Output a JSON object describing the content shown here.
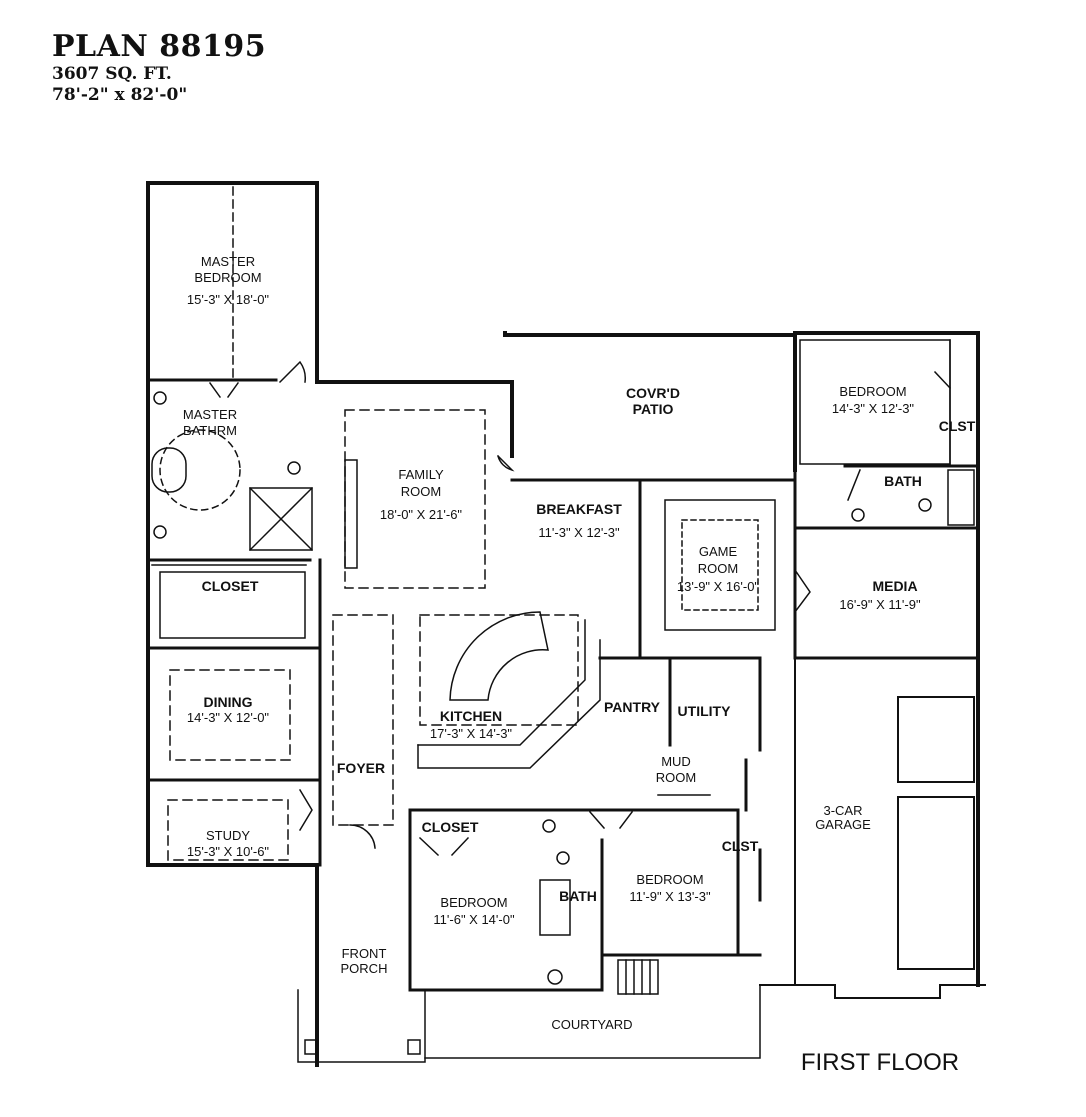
{
  "header": {
    "plan_title": "PLAN 88195",
    "square_feet": "3607 SQ. FT.",
    "dimensions": "78'-2\" x 82'-0\""
  },
  "floor_label": "FIRST FLOOR",
  "rooms": {
    "master_bedroom": {
      "name1": "MASTER",
      "name2": "BEDROOM",
      "size": "15'-3\" X 18'-0\""
    },
    "master_bath": {
      "name1": "MASTER",
      "name2": "BATHRM"
    },
    "master_closet": {
      "name": "CLOSET"
    },
    "family_room": {
      "name1": "FAMILY",
      "name2": "ROOM",
      "size": "18'-0\" X 21'-6\""
    },
    "covered_patio": {
      "name1": "COVR'D",
      "name2": "PATIO"
    },
    "bedroom_ne": {
      "name": "BEDROOM",
      "size": "14'-3\" X 12'-3\"",
      "closet": "CLST"
    },
    "bath_ne": {
      "name": "BATH"
    },
    "breakfast": {
      "name": "BREAKFAST",
      "size": "11'-3\" X 12'-3\""
    },
    "game_room": {
      "name1": "GAME",
      "name2": "ROOM",
      "size": "13'-9\" X 16'-0\""
    },
    "media": {
      "name": "MEDIA",
      "size": "16'-9\" X 11'-9\""
    },
    "dining": {
      "name": "DINING",
      "size": "14'-3\" X 12'-0\""
    },
    "kitchen": {
      "name": "KITCHEN",
      "size": "17'-3\" X 14'-3\""
    },
    "pantry": {
      "name": "PANTRY"
    },
    "utility": {
      "name": "UTILITY"
    },
    "mud_room": {
      "name1": "MUD",
      "name2": "ROOM"
    },
    "garage": {
      "name1": "3-CAR",
      "name2": "GARAGE"
    },
    "foyer": {
      "name": "FOYER"
    },
    "study": {
      "name": "STUDY",
      "size": "15'-3\" X 10'-6\""
    },
    "front_porch": {
      "name1": "FRONT",
      "name2": "PORCH"
    },
    "bedroom_sw": {
      "name": "BEDROOM",
      "size": "11'-6\" X 14'-0\"",
      "closet": "CLOSET"
    },
    "bath_s": {
      "name": "BATH"
    },
    "bedroom_s": {
      "name": "BEDROOM",
      "size": "11'-9\" X 13'-3\"",
      "closet": "CLST"
    },
    "courtyard": {
      "name": "COURTYARD"
    }
  },
  "colors": {
    "ink": "#111111",
    "paper": "#ffffff"
  }
}
